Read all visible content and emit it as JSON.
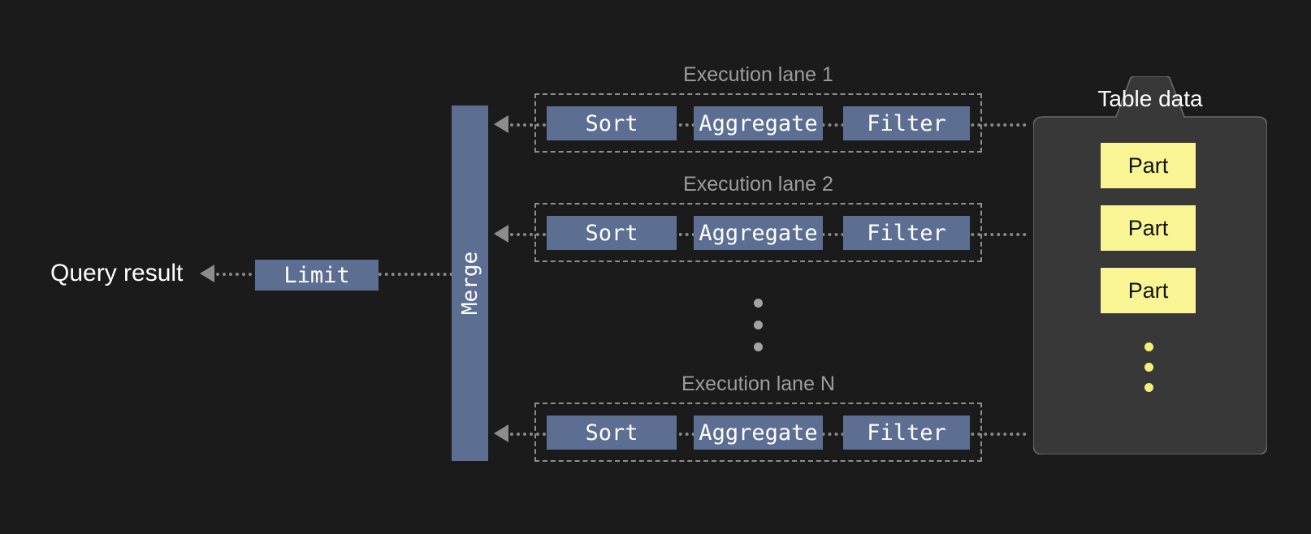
{
  "diagram": {
    "background_color": "#1b1b1b",
    "accent_blue": "#5c6f93",
    "accent_yellow": "#faf594",
    "line_color": "#9b9b9b"
  },
  "output": {
    "query_result_label": "Query result",
    "limit_label": "Limit"
  },
  "merge": {
    "label": "Merge"
  },
  "lanes": [
    {
      "title": "Execution lane 1",
      "stages": [
        "Sort",
        "Aggregate",
        "Filter"
      ]
    },
    {
      "title": "Execution lane 2",
      "stages": [
        "Sort",
        "Aggregate",
        "Filter"
      ]
    },
    {
      "title": "Execution lane N",
      "stages": [
        "Sort",
        "Aggregate",
        "Filter"
      ]
    }
  ],
  "lane_ellipsis": {
    "dot_count": 3,
    "color": "#a3a3a3"
  },
  "table_data": {
    "title": "Table data",
    "parts": [
      "Part",
      "Part",
      "Part"
    ],
    "ellipsis": {
      "dot_count": 3,
      "color": "#f3ef7c"
    }
  }
}
